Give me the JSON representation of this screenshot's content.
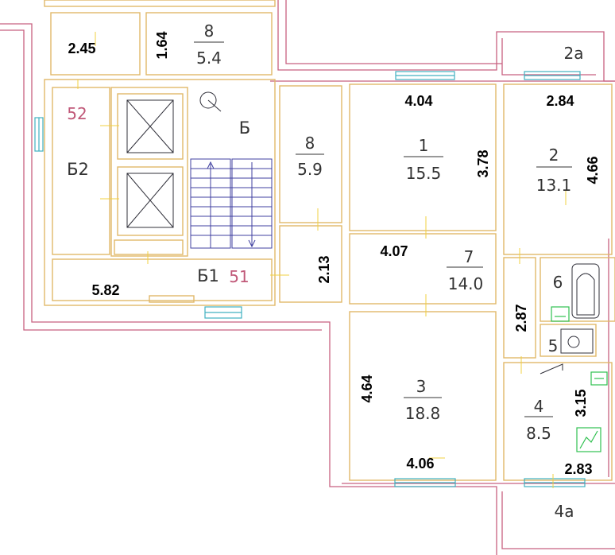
{
  "rooms": {
    "r1": {
      "num": "1",
      "area": "15.5"
    },
    "r2": {
      "num": "2",
      "area": "13.1"
    },
    "r3": {
      "num": "3",
      "area": "18.8"
    },
    "r4": {
      "num": "4",
      "area": "8.5"
    },
    "r5": {
      "num": "5"
    },
    "r6": {
      "num": "6"
    },
    "r7": {
      "num": "7",
      "area": "14.0"
    },
    "r8a": {
      "num": "8",
      "area": "5.4"
    },
    "r8b": {
      "num": "8",
      "area": "5.9"
    },
    "r2a": {
      "num": "2а"
    },
    "r4a": {
      "num": "4а"
    }
  },
  "labels": {
    "b": "Б",
    "b1": "Б1",
    "b2": "Б2",
    "n51": "51",
    "n52": "52"
  },
  "dims": {
    "d245": "2.45",
    "d164": "1.64",
    "d404": "4.04",
    "d284": "2.84",
    "d378": "3.78",
    "d466": "4.66",
    "d213": "2.13",
    "d407": "4.07",
    "d582": "5.82",
    "d287": "2.87",
    "d464": "4.64",
    "d315": "3.15",
    "d406": "4.06",
    "d283": "2.83"
  }
}
